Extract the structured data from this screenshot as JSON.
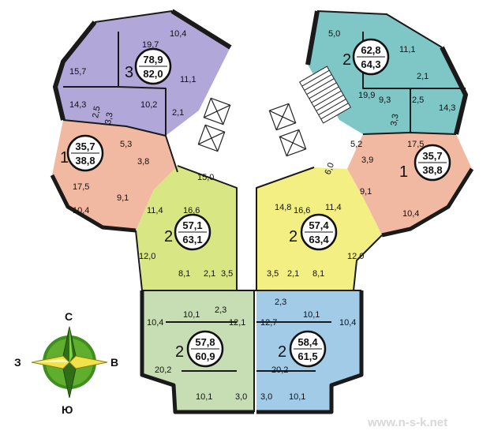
{
  "colors": {
    "purple": "#b2a7d9",
    "pink": "#f1b9a2",
    "yellow": "#f3ef82",
    "lime": "#d9e684",
    "green": "#c7ddb4",
    "blue": "#a2cbe8",
    "teal": "#7fc6c7",
    "wall": "#1a1a1a"
  },
  "apartments": [
    {
      "id": "nw-3",
      "rooms": "3",
      "total": "78,9",
      "living": "82,0"
    },
    {
      "id": "w-1",
      "rooms": "1",
      "total": "35,7",
      "living": "38,8"
    },
    {
      "id": "cl-2",
      "rooms": "2",
      "total": "57,1",
      "living": "63,1"
    },
    {
      "id": "ne-2",
      "rooms": "2",
      "total": "62,8",
      "living": "64,3"
    },
    {
      "id": "e-1",
      "rooms": "1",
      "total": "35,7",
      "living": "38,8"
    },
    {
      "id": "cr-2",
      "rooms": "2",
      "total": "57,4",
      "living": "63,4"
    },
    {
      "id": "sw-2",
      "rooms": "2",
      "total": "57,8",
      "living": "60,9"
    },
    {
      "id": "se-2",
      "rooms": "2",
      "total": "58,4",
      "living": "61,5"
    }
  ],
  "room_labels": {
    "nw": [
      "10,4",
      "19,7",
      "15,7",
      "11,1",
      "10,2",
      "14,3",
      "2,5",
      "3,3",
      "2,1"
    ],
    "w": [
      "5,3",
      "3,8",
      "17,5",
      "9,1",
      "10,4"
    ],
    "cl": [
      "15,0",
      "16,6",
      "11,4",
      "12,0",
      "8,1",
      "2,1",
      "3,5",
      "2,3"
    ],
    "ne": [
      "5,0",
      "11,1",
      "19,9",
      "9,3",
      "3,3",
      "2,5",
      "2,1",
      "14,3"
    ],
    "e": [
      "5,2",
      "3,9",
      "17,5",
      "9,1",
      "10,4"
    ],
    "cr": [
      "14,8",
      "16,6",
      "11,4",
      "6,0",
      "12,0",
      "3,5",
      "2,1",
      "8,1",
      "2,3"
    ],
    "sw": [
      "10,1",
      "10,4",
      "12,1",
      "20,2",
      "10,1",
      "3,0"
    ],
    "se": [
      "10,1",
      "12,7",
      "10,4",
      "20,2",
      "10,1",
      "3,0"
    ]
  },
  "compass": {
    "north": "С",
    "south": "Ю",
    "west": "З",
    "east": "В"
  },
  "watermark": "www.n-s-k.net"
}
